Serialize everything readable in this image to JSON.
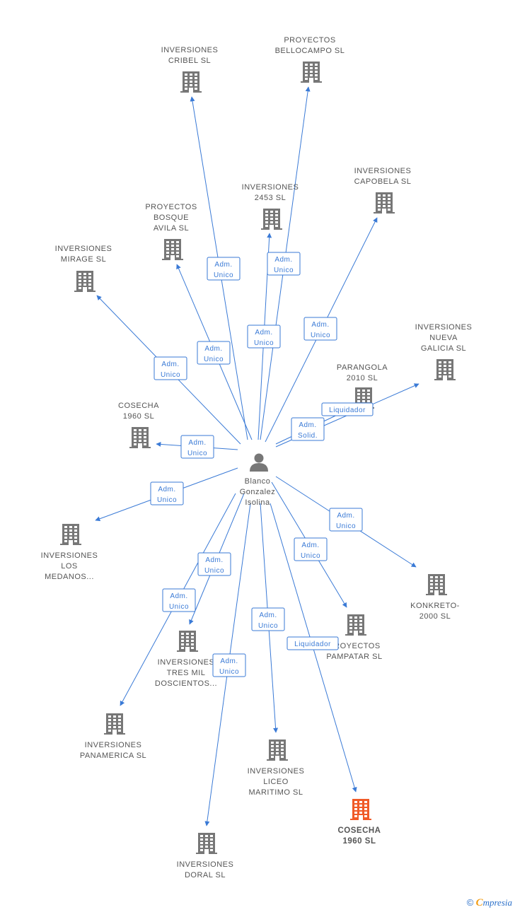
{
  "center": {
    "lines": [
      "Blanco",
      "Gonzalez",
      "Isolina"
    ]
  },
  "colors": {
    "edge": "#3a7ad6",
    "building": "#777777",
    "highlight": "#f05a28",
    "person": "#777777"
  },
  "nodes": [
    {
      "id": "cribel",
      "lines": [
        "INVERSIONES",
        "CRIBEL SL"
      ]
    },
    {
      "id": "bellocampo",
      "lines": [
        "PROYECTOS",
        "BELLOCAMPO SL"
      ]
    },
    {
      "id": "inv2453",
      "lines": [
        "INVERSIONES",
        "2453 SL"
      ]
    },
    {
      "id": "capobela",
      "lines": [
        "INVERSIONES",
        "CAPOBELA SL"
      ]
    },
    {
      "id": "bosque",
      "lines": [
        "PROYECTOS",
        "BOSQUE",
        "AVILA SL"
      ]
    },
    {
      "id": "mirage",
      "lines": [
        "INVERSIONES",
        "MIRAGE SL"
      ]
    },
    {
      "id": "nuevagalicia",
      "lines": [
        "INVERSIONES",
        "NUEVA",
        "GALICIA SL"
      ]
    },
    {
      "id": "parangola",
      "lines": [
        "PARANGOLA",
        "2010 SL"
      ]
    },
    {
      "id": "cosecha1",
      "lines": [
        "COSECHA",
        "1960 SL"
      ]
    },
    {
      "id": "medanos",
      "lines": [
        "INVERSIONES",
        "LOS",
        "MEDANOS..."
      ]
    },
    {
      "id": "konkreto",
      "lines": [
        "KONKRETO-",
        "2000 SL"
      ]
    },
    {
      "id": "pampatar",
      "lines": [
        "PROYECTOS",
        "PAMPATAR SL"
      ]
    },
    {
      "id": "tresmil",
      "lines": [
        "INVERSIONES",
        "TRES MIL",
        "DOSCIENTOS..."
      ]
    },
    {
      "id": "panamerica",
      "lines": [
        "INVERSIONES",
        "PANAMERICA SL"
      ]
    },
    {
      "id": "liceo",
      "lines": [
        "INVERSIONES",
        "LICEO",
        "MARITIMO SL"
      ]
    },
    {
      "id": "cosecha2",
      "lines": [
        "COSECHA",
        "1960 SL"
      ],
      "highlight": true
    },
    {
      "id": "doral",
      "lines": [
        "INVERSIONES",
        "DORAL SL"
      ]
    }
  ],
  "edges": [
    {
      "to": "cribel",
      "label": [
        "Adm.",
        "Unico"
      ]
    },
    {
      "to": "bellocampo",
      "label": [
        "Adm.",
        "Unico"
      ]
    },
    {
      "to": "inv2453",
      "label": [
        "Adm.",
        "Unico"
      ]
    },
    {
      "to": "capobela",
      "label": [
        "Adm.",
        "Unico"
      ]
    },
    {
      "to": "bosque",
      "label": [
        "Adm.",
        "Unico"
      ]
    },
    {
      "to": "mirage",
      "label": [
        "Adm.",
        "Unico"
      ]
    },
    {
      "to": "nuevagalicia",
      "label": [
        "Liquidador"
      ]
    },
    {
      "to": "parangola",
      "label": [
        "Adm.",
        "Solid."
      ]
    },
    {
      "to": "cosecha1",
      "label": [
        "Adm.",
        "Unico"
      ]
    },
    {
      "to": "medanos",
      "label": [
        "Adm.",
        "Unico"
      ]
    },
    {
      "to": "konkreto",
      "label": [
        "Adm.",
        "Unico"
      ]
    },
    {
      "to": "pampatar",
      "label": [
        "Adm.",
        "Unico"
      ]
    },
    {
      "to": "tresmil",
      "label": [
        "Adm.",
        "Unico"
      ]
    },
    {
      "to": "panamerica",
      "label": [
        "Adm.",
        "Unico"
      ]
    },
    {
      "to": "liceo",
      "label": [
        "Adm.",
        "Unico"
      ]
    },
    {
      "to": "cosecha2",
      "label": [
        "Liquidador"
      ]
    },
    {
      "to": "doral",
      "label": [
        "Adm.",
        "Unico"
      ]
    }
  ],
  "footer": {
    "copyright": "©",
    "brand_initial": "C",
    "brand_rest": "mpresia"
  }
}
